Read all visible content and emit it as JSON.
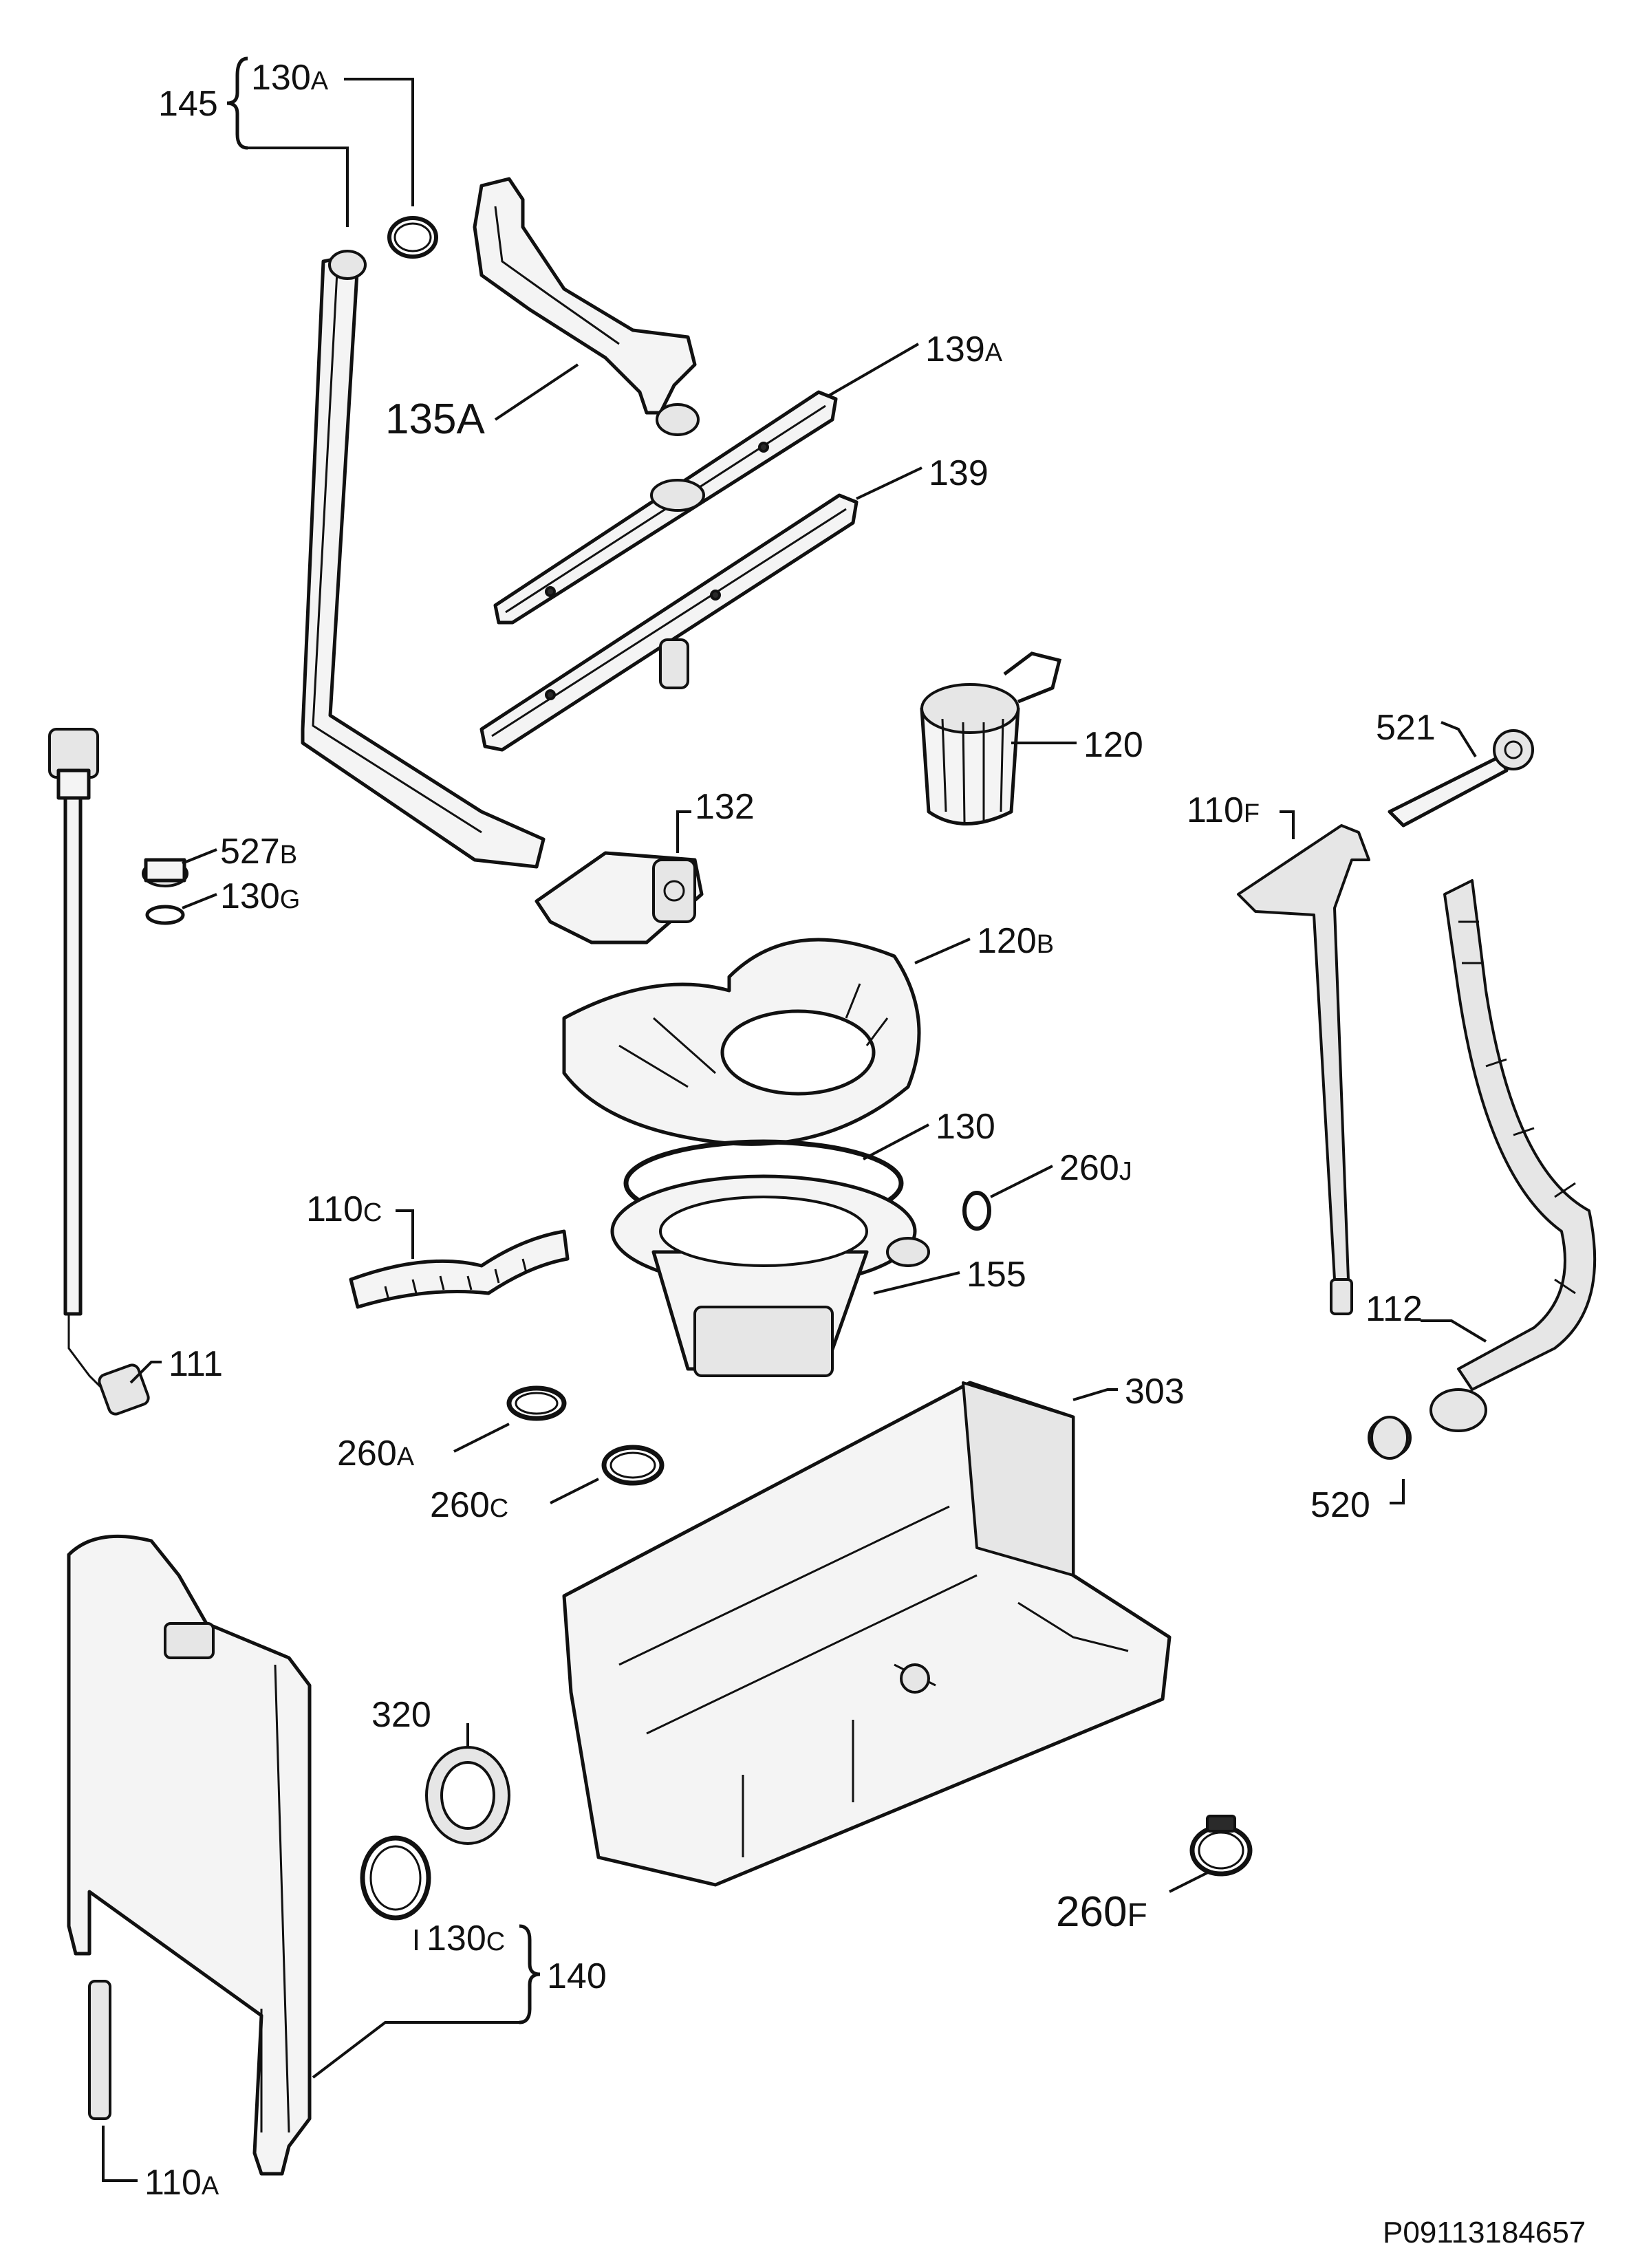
{
  "diagram": {
    "labels": {
      "l145": "145",
      "l130a": {
        "main": "130",
        "suffix": "A"
      },
      "l135a": "135A",
      "l139a": {
        "main": "139",
        "suffix": "A"
      },
      "l139": "139",
      "l120": "120",
      "l521": "521",
      "l527b": {
        "main": "527",
        "suffix": "B"
      },
      "l130g": {
        "main": "130",
        "suffix": "G"
      },
      "l132": "132",
      "l110f": {
        "main": "110",
        "suffix": "F"
      },
      "l120b": {
        "main": "120",
        "suffix": "B"
      },
      "l130": "130",
      "l260j": {
        "main": "260",
        "suffix": "J"
      },
      "l110c": {
        "main": "110",
        "suffix": "C"
      },
      "l155": "155",
      "l112": "112",
      "l111": "111",
      "l303": "303",
      "l260a": {
        "main": "260",
        "suffix": "A"
      },
      "l260c": {
        "main": "260",
        "suffix": "C"
      },
      "l520": "520",
      "l320": "320",
      "l260f": {
        "main": "260",
        "suffix": "F"
      },
      "l130c": {
        "main": "130",
        "suffix": "C"
      },
      "l140": "140",
      "l110a": {
        "main": "110",
        "suffix": "A"
      }
    },
    "code": "P09113184657"
  }
}
